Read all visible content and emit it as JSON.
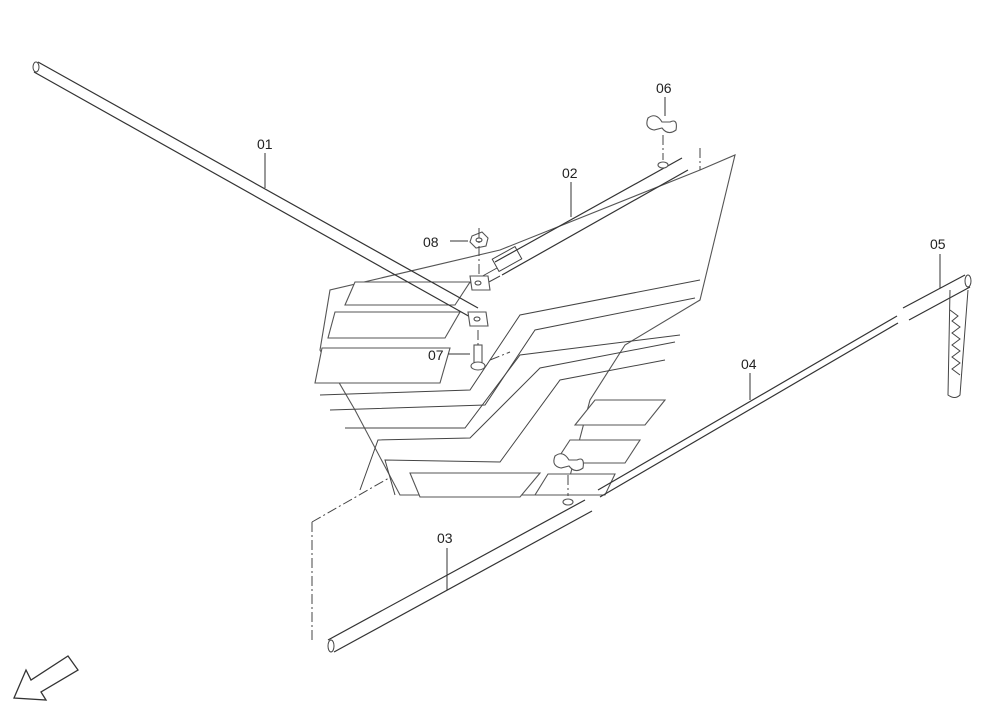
{
  "diagram": {
    "background": "#ffffff",
    "line_color": "#333333",
    "parts": [
      {
        "id": "01",
        "label": "01"
      },
      {
        "id": "02",
        "label": "02"
      },
      {
        "id": "03",
        "label": "03"
      },
      {
        "id": "04",
        "label": "04"
      },
      {
        "id": "05",
        "label": "05"
      },
      {
        "id": "06",
        "label": "06"
      },
      {
        "id": "07",
        "label": "07"
      },
      {
        "id": "08",
        "label": "08"
      }
    ],
    "direction_arrow_icon": "arrow-down-left-icon"
  }
}
